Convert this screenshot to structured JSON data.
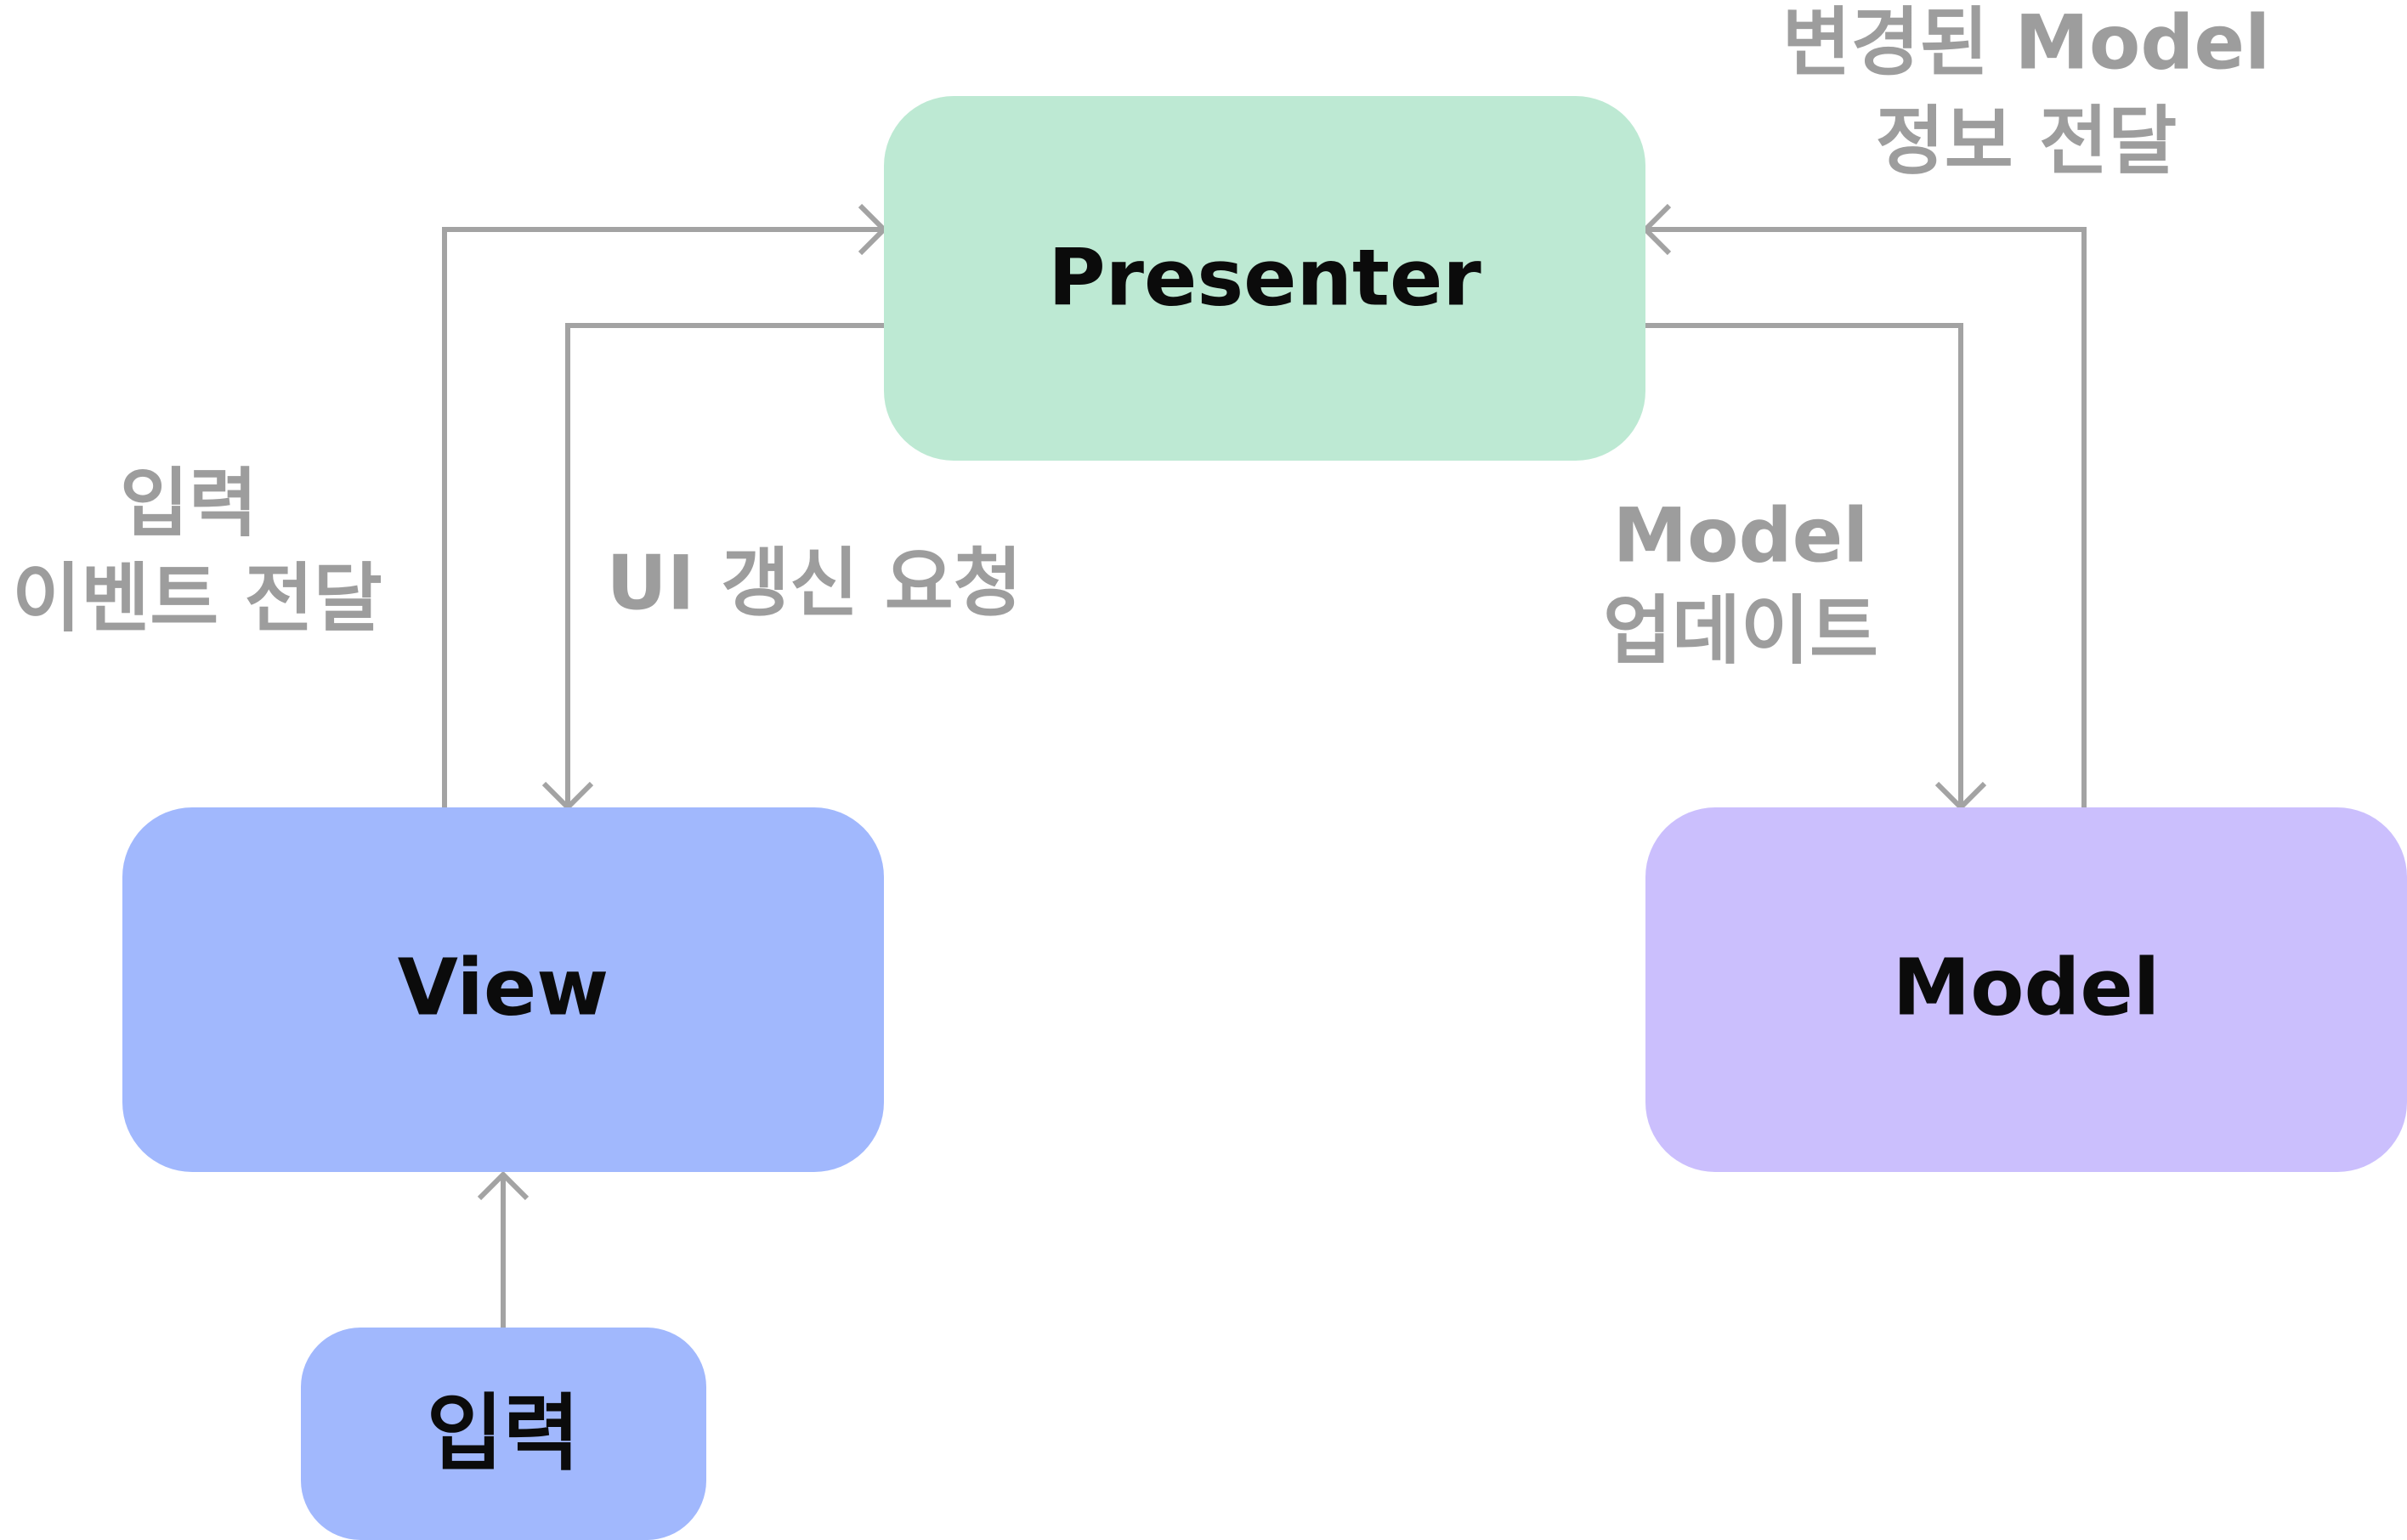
{
  "nodes": {
    "presenter": {
      "label": "Presenter",
      "color": "#bde9d3"
    },
    "view": {
      "label": "View",
      "color": "#a1b8fd"
    },
    "model": {
      "label": "Model",
      "color": "#cbbffd"
    },
    "input": {
      "label": "입력",
      "color": "#a1b8fd"
    }
  },
  "edges": {
    "input_event": {
      "line1": "입력",
      "line2": "이벤트 전달"
    },
    "ui_update": {
      "label": "UI 갱신 요청"
    },
    "model_update": {
      "line1": "Model",
      "line2": "업데이트"
    },
    "changed_model": {
      "line1": "변경된 Model",
      "line2": "정보 전달"
    }
  },
  "colors": {
    "edge": "#a3a3a3",
    "edge_label": "#9d9d9d",
    "node_text": "#0b0b0b"
  }
}
